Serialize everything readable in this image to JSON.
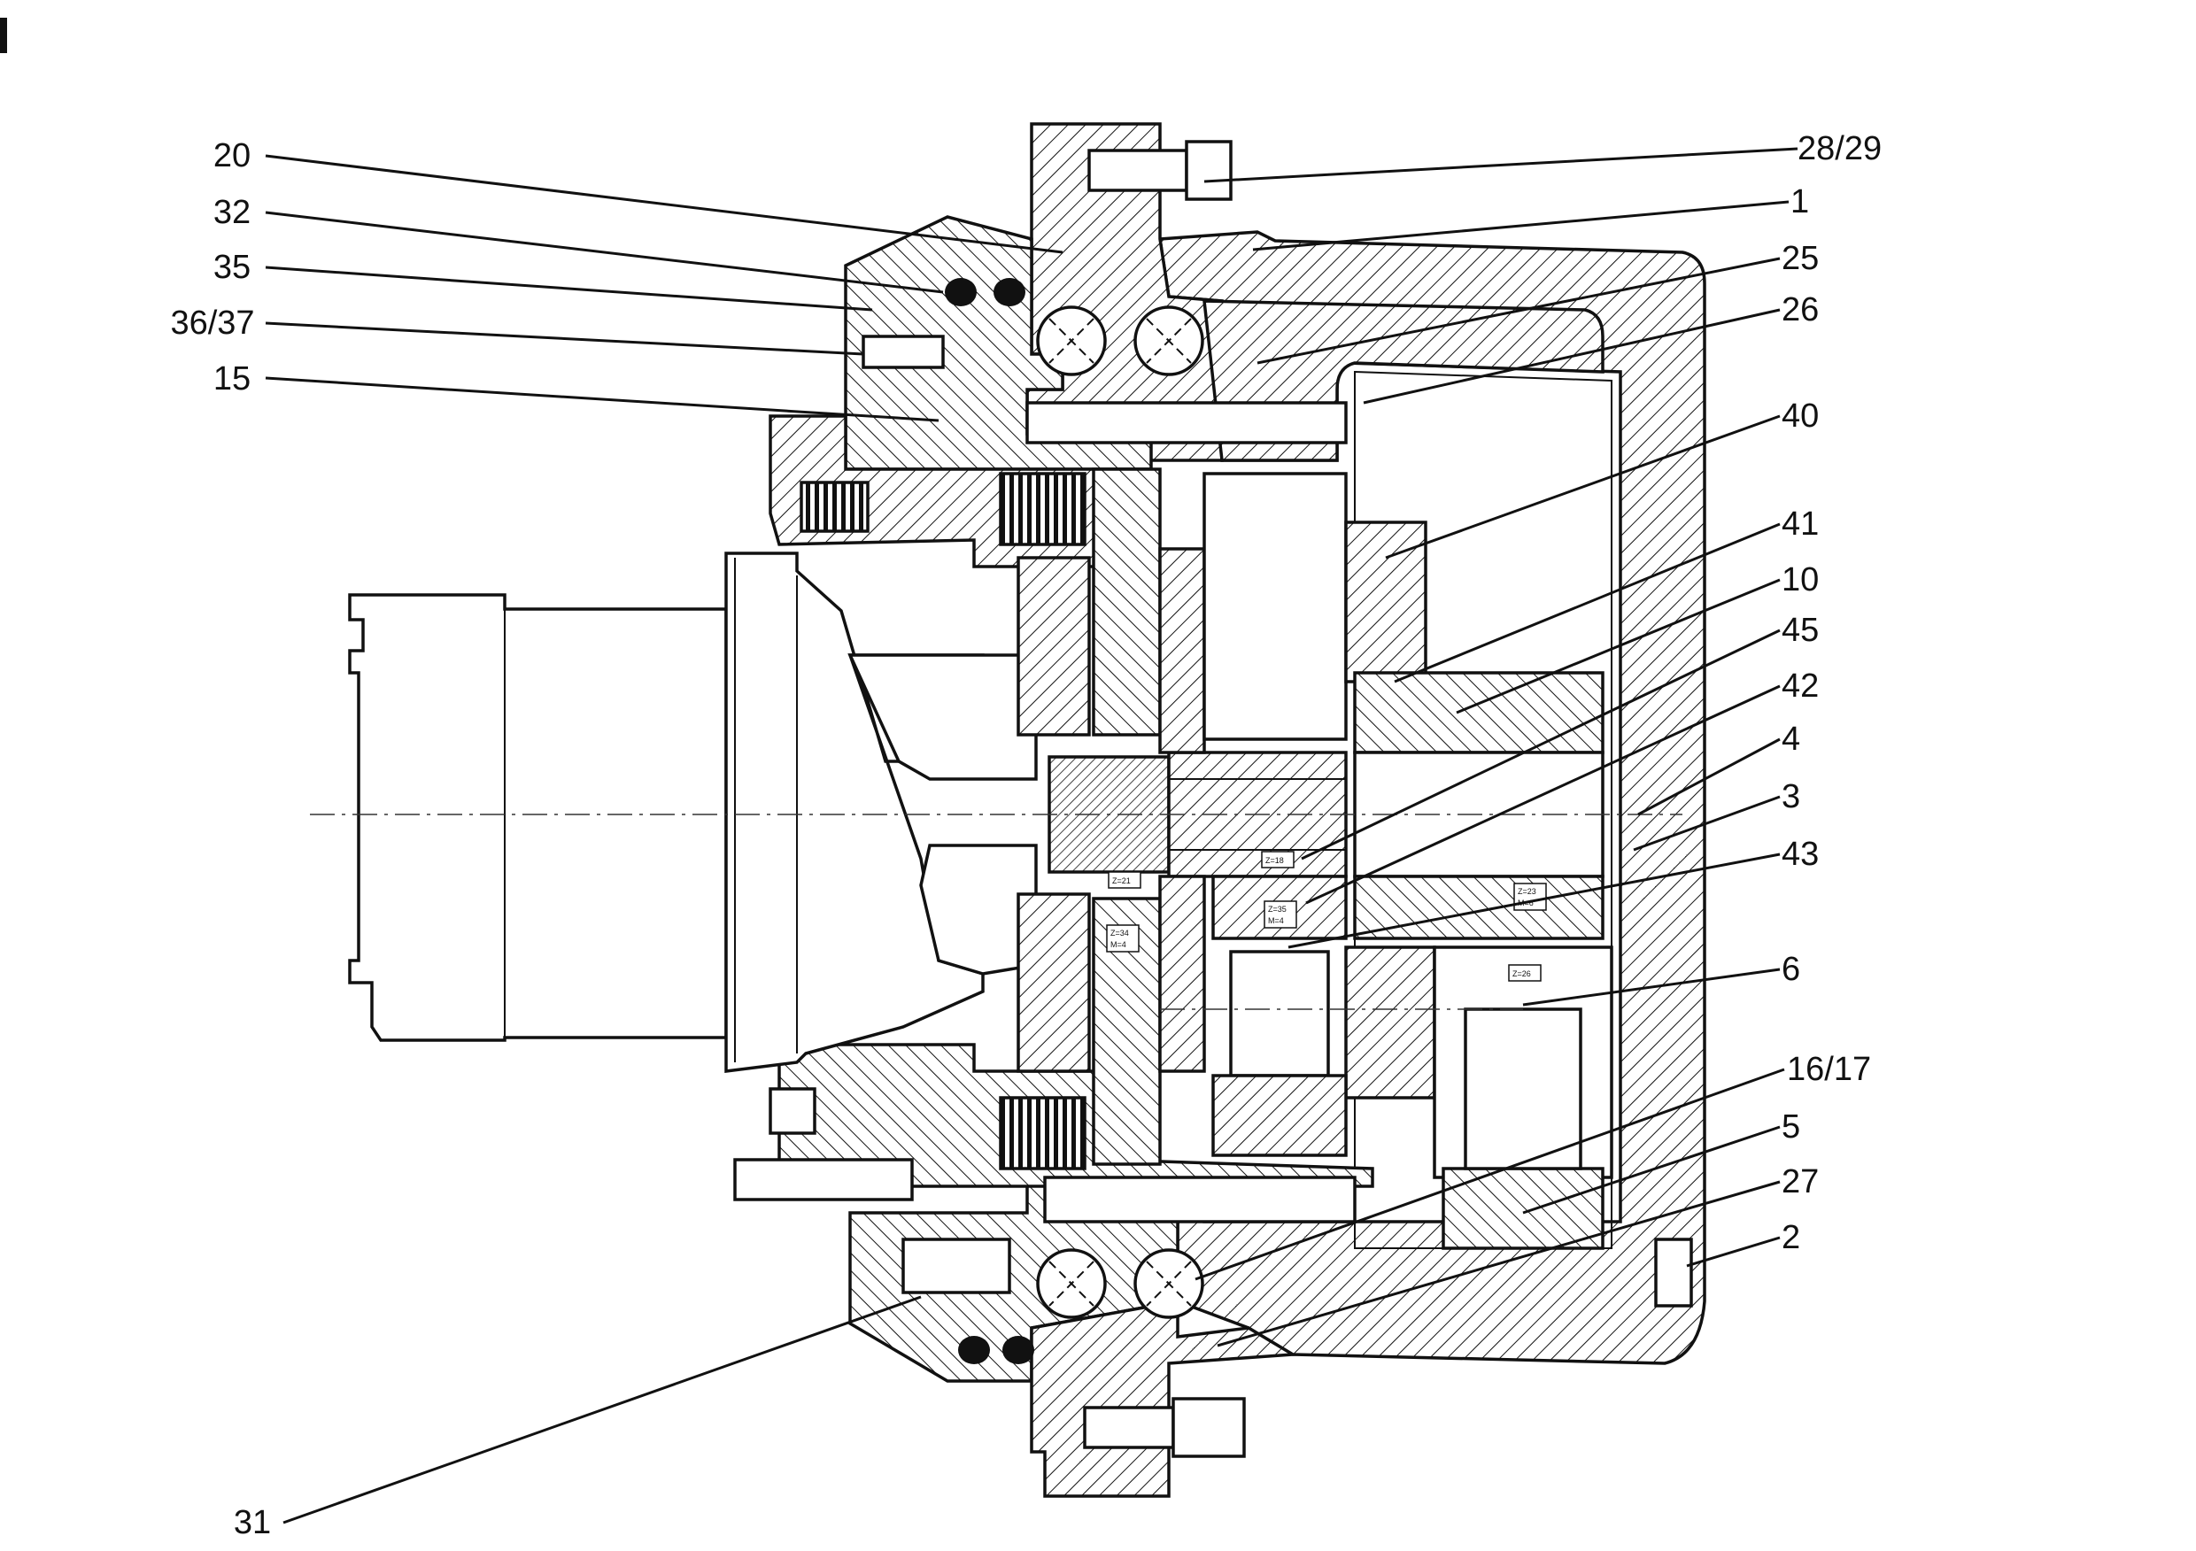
{
  "callouts": [
    {
      "id": "20",
      "label": "20"
    },
    {
      "id": "32",
      "label": "32"
    },
    {
      "id": "35",
      "label": "35"
    },
    {
      "id": "36-37",
      "label": "36/37"
    },
    {
      "id": "15",
      "label": "15"
    },
    {
      "id": "31",
      "label": "31"
    },
    {
      "id": "28-29",
      "label": "28/29"
    },
    {
      "id": "1",
      "label": "1"
    },
    {
      "id": "25",
      "label": "25"
    },
    {
      "id": "26",
      "label": "26"
    },
    {
      "id": "40",
      "label": "40"
    },
    {
      "id": "41",
      "label": "41"
    },
    {
      "id": "10",
      "label": "10"
    },
    {
      "id": "45",
      "label": "45"
    },
    {
      "id": "42",
      "label": "42"
    },
    {
      "id": "4",
      "label": "4"
    },
    {
      "id": "3",
      "label": "3"
    },
    {
      "id": "43",
      "label": "43"
    },
    {
      "id": "6",
      "label": "6"
    },
    {
      "id": "16-17",
      "label": "16/17"
    },
    {
      "id": "5",
      "label": "5"
    },
    {
      "id": "27",
      "label": "27"
    },
    {
      "id": "2",
      "label": "2"
    }
  ],
  "gear_labels": {
    "z18": "Z=18",
    "z21": "Z=21",
    "z34": "Z=34",
    "m4a": "M=4",
    "z35": "Z=35",
    "m4b": "M=4",
    "z23": "Z=23",
    "m6": "M=6",
    "z26": "Z=26"
  },
  "colors": {
    "ink": "#111111",
    "paper": "#ffffff"
  }
}
